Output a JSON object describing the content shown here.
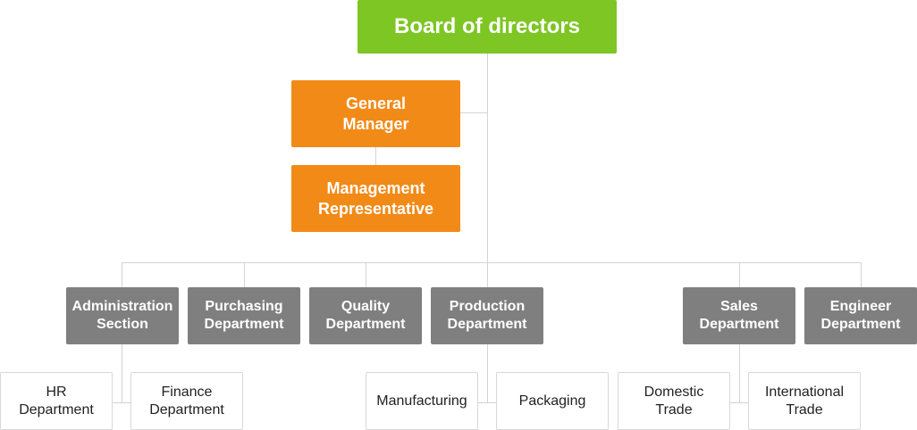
{
  "colors": {
    "board": "#7dc623",
    "manager": "#f28a17",
    "department": "#7f7f7f",
    "connector": "#d4d4d4"
  },
  "board": {
    "label": "Board of directors"
  },
  "general_manager": {
    "label": "General\nManager"
  },
  "management_representative": {
    "label": "Management\nRepresentative"
  },
  "departments": [
    {
      "key": "administration",
      "label": "Administration\nSection"
    },
    {
      "key": "purchasing",
      "label": "Purchasing\nDepartment"
    },
    {
      "key": "quality",
      "label": "Quality\nDepartment"
    },
    {
      "key": "production",
      "label": "Production\nDepartment"
    },
    {
      "key": "sales",
      "label": "Sales\nDepartment"
    },
    {
      "key": "engineer",
      "label": "Engineer\nDepartment"
    }
  ],
  "sub_units": {
    "administration": [
      {
        "label": "HR\nDepartment"
      },
      {
        "label": "Finance\nDepartment"
      }
    ],
    "production": [
      {
        "label": "Manufacturing"
      },
      {
        "label": "Packaging"
      }
    ],
    "sales": [
      {
        "label": "Domestic\nTrade"
      },
      {
        "label": "International\nTrade"
      }
    ]
  }
}
